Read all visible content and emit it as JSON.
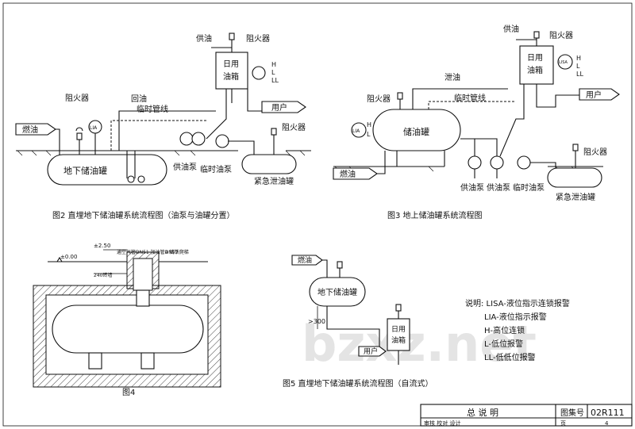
{
  "watermark": "bzxz.net",
  "fig2": {
    "tank": "地下储油罐",
    "fuel_in": "燃油",
    "lia": "LIA",
    "flame_arrester": "阻火器",
    "return_oil": "回油",
    "temp_pipe": "临时管线",
    "supply_pump": "供油泵",
    "temp_pump": "临时油泵",
    "day_tank_1": "日用",
    "day_tank_2": "油箱",
    "supply_oil": "供油",
    "level_h": "H",
    "level_l": "L",
    "level_ll": "LL",
    "user": "用户",
    "emergency_tank": "紧急泄油罐",
    "caption": "图2  直埋地下储油罐系统流程图（油泵与油罐分置）"
  },
  "fig3": {
    "tank": "储油罐",
    "lia": "LIA",
    "level_h": "H",
    "level_l": "L",
    "level_ll": "LL",
    "flame_arrester": "阻火器",
    "fuel_in": "燃油",
    "drain_oil": "泄油",
    "temp_pipe": "临时管线",
    "supply_pump": "供油泵",
    "temp_pump": "临时油泵",
    "day_tank_1": "日用",
    "day_tank_2": "油箱",
    "supply_oil": "供油",
    "lisa": "LISA",
    "user": "用户",
    "emergency_tank": "紧急泄油罐",
    "caption": "图3  地上储油罐系统流程图"
  },
  "fig4": {
    "elev_ground": "±0.00",
    "elev_top": "±2.50",
    "vent": "通空气管DN51  加油管DN57",
    "wall": "4 铸铁爬梯",
    "brick": "240砖墙",
    "caption": "图4"
  },
  "fig5": {
    "fuel_in": "燃油",
    "tank": "地下储油罐",
    "height": ">300",
    "day_tank_1": "日用",
    "day_tank_2": "油箱",
    "user": "用户",
    "caption": "图5  直埋地下储油罐系统流程图（自流式）"
  },
  "notes": [
    "说明: LISA-液位指示连锁报警",
    "LIA-液位指示报警",
    "H-高位连锁",
    "L-低位报警",
    "LL-低低位报警"
  ],
  "title_block": {
    "title": "总  说  明",
    "atlas_label": "图集号",
    "atlas_number": "02R111",
    "row2": "审核  校对  设计",
    "page_label": "页",
    "page": "4"
  }
}
